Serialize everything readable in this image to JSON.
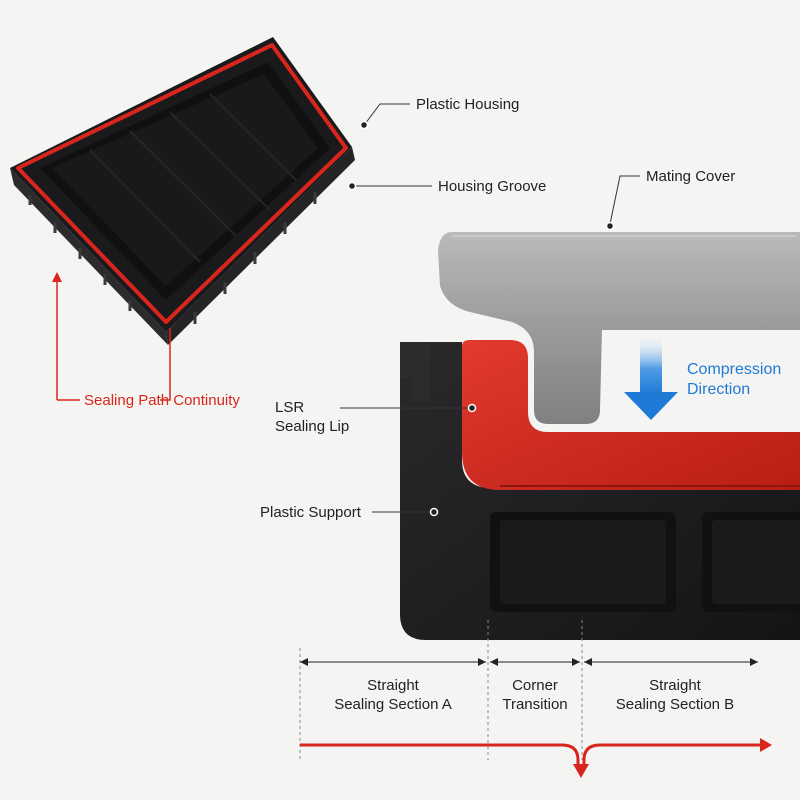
{
  "labels": {
    "plastic_housing": "Plastic Housing",
    "housing_groove": "Housing Groove",
    "mating_cover": "Mating Cover",
    "compression_line1": "Compression",
    "compression_line2": "Direction",
    "lsr_line1": "LSR",
    "lsr_line2": "Sealing Lip",
    "plastic_support": "Plastic Support",
    "sealing_path_continuity": "Sealing Path Continuity"
  },
  "sections": {
    "a_line1": "Straight",
    "a_line2": "Sealing Section A",
    "corner_line1": "Corner",
    "corner_line2": "Transition",
    "b_line1": "Straight",
    "b_line2": "Sealing Section B"
  },
  "colors": {
    "seal_red": "#d9261c",
    "arrow_blue": "#1f7ad6",
    "housing_black": "#1c1c1e",
    "cover_gray": "#9a9b9d",
    "background": "#f4f4f3"
  },
  "icons": {
    "compression_arrow": "down-arrow-icon",
    "flow_arrow": "right-arrow-icon"
  }
}
